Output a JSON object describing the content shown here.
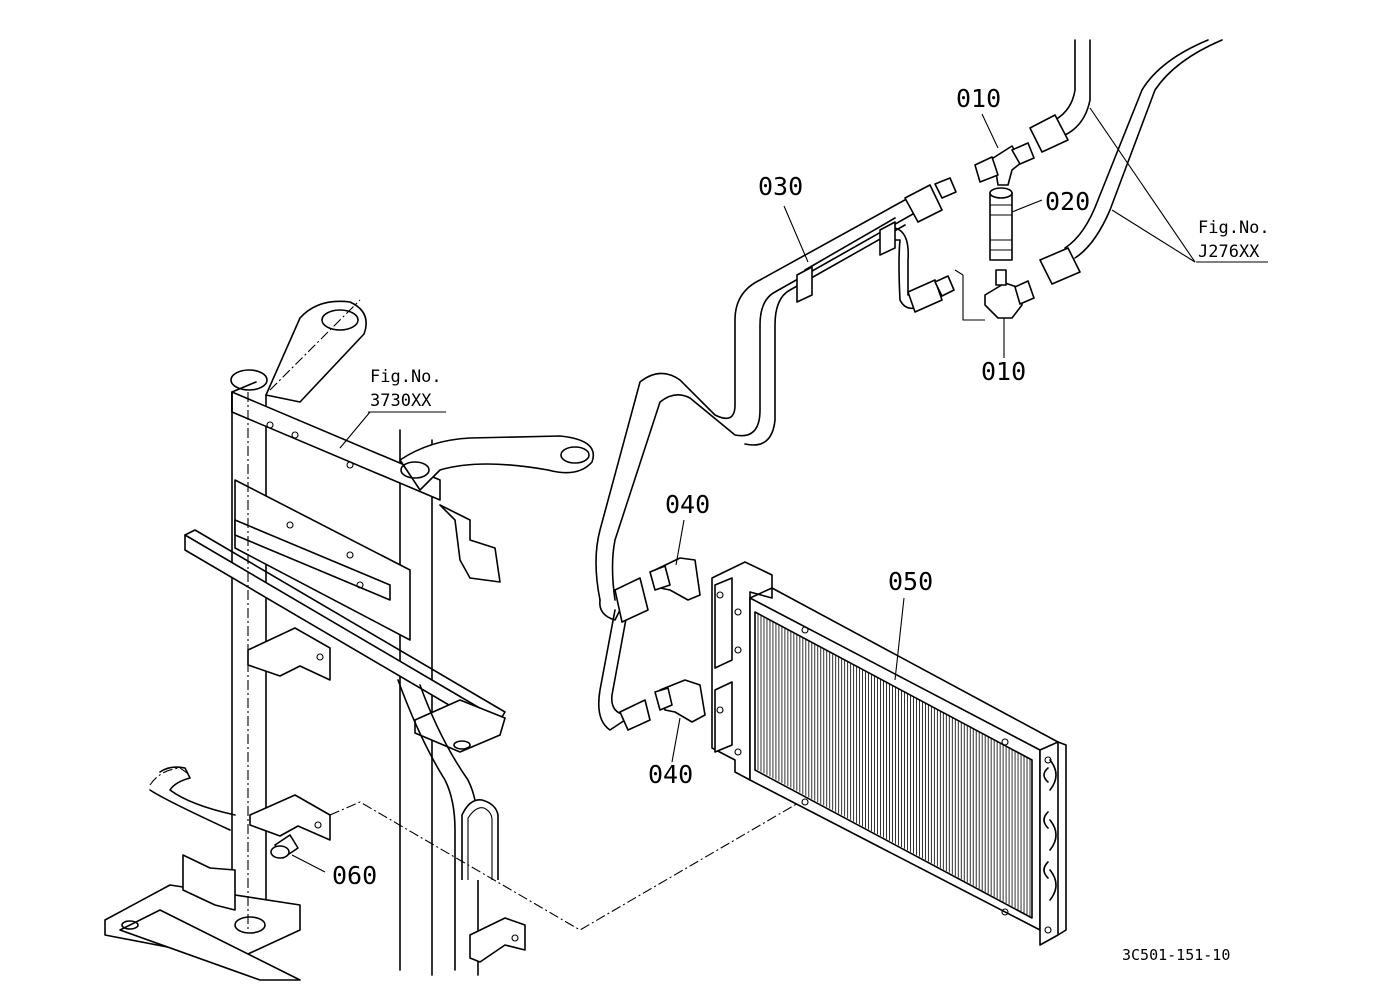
{
  "parts": [
    {
      "id": "part-010-top",
      "number": "010"
    },
    {
      "id": "part-020",
      "number": "020"
    },
    {
      "id": "part-010-bottom",
      "number": "010"
    },
    {
      "id": "part-030",
      "number": "030"
    },
    {
      "id": "part-040-top",
      "number": "040"
    },
    {
      "id": "part-040-bottom",
      "number": "040"
    },
    {
      "id": "part-050",
      "number": "050"
    },
    {
      "id": "part-060",
      "number": "060"
    }
  ],
  "references": [
    {
      "id": "fig-ref-3730",
      "line1": "Fig.No.",
      "line2": "3730XX"
    },
    {
      "id": "fig-ref-j276",
      "line1": "Fig.No.",
      "line2": "J276XX"
    }
  ],
  "drawing_code": "3C501-151-10"
}
